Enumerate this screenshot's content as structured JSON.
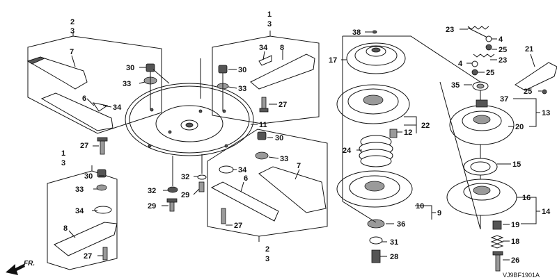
{
  "diagram_code": "VJ9BF1901A",
  "direction_label": "FR.",
  "labels": {
    "p1": "1",
    "p2": "2",
    "p3": "3",
    "p4": "4",
    "p6": "6",
    "p7": "7",
    "p8": "8",
    "p9": "9",
    "p10": "10",
    "p11": "11",
    "p12": "12",
    "p13": "13",
    "p14": "14",
    "p15": "15",
    "p16": "16",
    "p17": "17",
    "p18": "18",
    "p19": "19",
    "p20": "20",
    "p21": "21",
    "p22": "22",
    "p23": "23",
    "p24": "24",
    "p25": "25",
    "p26": "26",
    "p27": "27",
    "p28": "28",
    "p29": "29",
    "p30": "30",
    "p31": "31",
    "p32": "32",
    "p33": "33",
    "p34": "34",
    "p35": "35",
    "p36": "36",
    "p37": "37",
    "p38": "38"
  }
}
